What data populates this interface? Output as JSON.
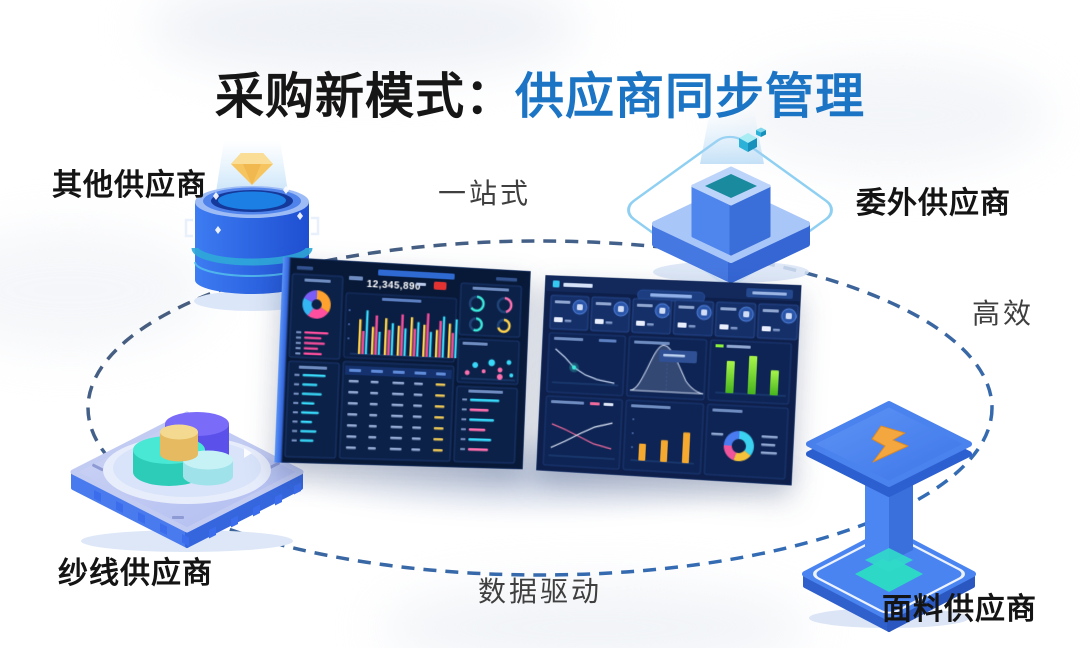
{
  "title": {
    "black": "采购新模式：",
    "blue": "供应商同步管理"
  },
  "nodes": {
    "other_supplier": "其他供应商",
    "outsourced_supplier": "委外供应商",
    "yarn_supplier": "纱线供应商",
    "fabric_supplier": "面料供应商"
  },
  "keywords": {
    "one_stop": "一站式",
    "efficiency": "高效",
    "data_driven": "数据驱动"
  },
  "colors": {
    "title_accent": "#1b74c4",
    "text_dark": "#141414",
    "keyword_gray": "#3f3f3f",
    "orbit_dash": "#2f6fc0"
  },
  "screens": {
    "left": {
      "headline": "12,345,890",
      "pie": {
        "values": [
          34,
          26,
          22,
          18
        ],
        "colors": [
          "#ffa12e",
          "#ff4f9e",
          "#35b6f4",
          "#7a5cf6"
        ]
      },
      "pink_bars": [
        0.92,
        0.66,
        0.8,
        0.55,
        0.7
      ],
      "cyan_bars": [
        0.88,
        0.58,
        0.76,
        0.5,
        0.68,
        0.44,
        0.62,
        0.52
      ],
      "bar_groups": [
        [
          0.75,
          0.5,
          0.95
        ],
        [
          0.6,
          0.85,
          0.5
        ],
        [
          0.8,
          0.55,
          0.7
        ],
        [
          0.65,
          0.9,
          0.6
        ],
        [
          0.85,
          0.6,
          0.75
        ],
        [
          0.7,
          0.95,
          0.55
        ],
        [
          0.6,
          0.8,
          0.9
        ],
        [
          0.75,
          0.55,
          0.85
        ]
      ],
      "bar_colors": [
        "#ffd24a",
        "#ff4f9e",
        "#38d8f8"
      ],
      "right_bars": [
        0.85,
        0.55,
        0.72,
        0.48,
        0.66,
        0.58
      ]
    },
    "right": {
      "green_bars": [
        0.8,
        0.95,
        0.62
      ],
      "orange_bars": [
        0.5,
        0.64,
        0.9
      ],
      "donut": {
        "values": [
          35,
          20,
          20,
          25
        ],
        "colors": [
          "#3ad2f0",
          "#f5c33b",
          "#f0559c",
          "#4a7bf0"
        ]
      }
    }
  }
}
